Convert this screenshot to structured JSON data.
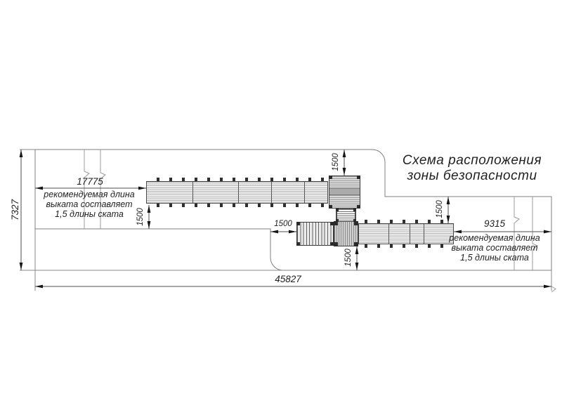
{
  "drawing": {
    "title": {
      "line1": "Схема расположения",
      "line2": "зоны безопасности"
    },
    "dims": {
      "total_length": "45827",
      "total_depth": "7327",
      "runout_left": "17775",
      "runout_right": "9315",
      "clearance_tower_top": "1500",
      "clearance_upper_slide_bottom": "1500",
      "clearance_lower_slide_top": "1500",
      "clearance_lower_tower_bottom": "1500",
      "clearance_tube_left": "1500"
    },
    "note_left": {
      "l1": "рекомендуемая длина",
      "l2": "выката составляет",
      "l3": "1,5 длины ската"
    },
    "note_right": {
      "l1": "рекомендуемая длина",
      "l2": "выката составляет",
      "l3": "1,5 длины ската"
    },
    "colors": {
      "background": "#ffffff",
      "outline_line": "#7f7f7f",
      "dimension_line": "#4d4d4d",
      "arrow": "#161616",
      "text": "#1f1f1f",
      "structure_stroke": "#3a3a3a",
      "structure_fill": "#e9e9e9"
    }
  }
}
